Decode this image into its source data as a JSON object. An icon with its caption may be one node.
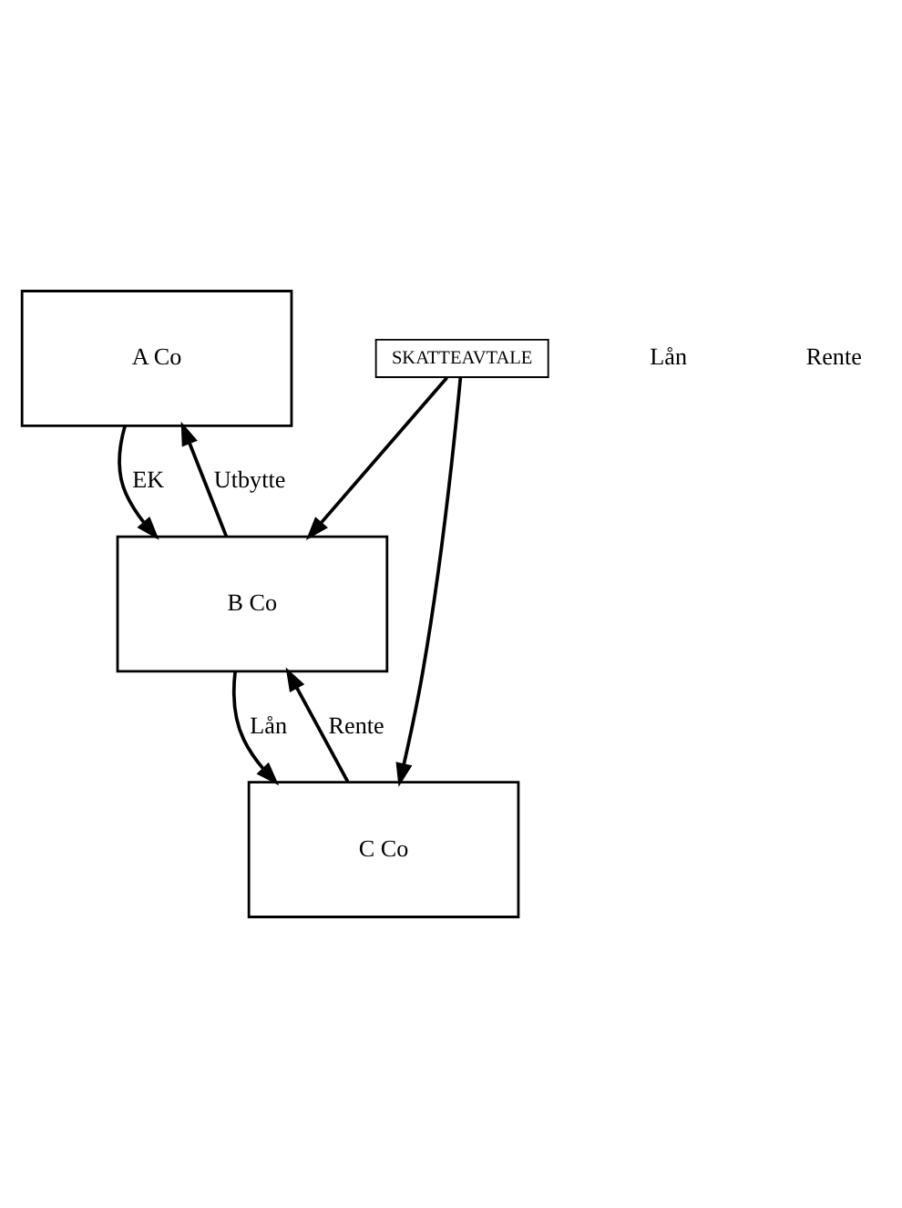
{
  "diagram": {
    "nodes": [
      {
        "text": [
          "A Co"
        ]
      },
      {
        "text": [
          "B Co"
        ]
      },
      {
        "text": [
          "C Co"
        ]
      },
      {
        "text": [
          "SKATTEAVTALE"
        ]
      }
    ],
    "edges": [
      {
        "from": 0,
        "to": 1,
        "arrow": "to",
        "label": "EK"
      },
      {
        "from": 1,
        "to": 0,
        "arrow": "to",
        "label": "Utbytte"
      },
      {
        "from": 1,
        "to": 2,
        "arrow": "to",
        "label": "Lån"
      },
      {
        "from": 2,
        "to": 1,
        "arrow": "to",
        "label": "Rente"
      },
      {
        "from": 3,
        "to": 1,
        "arrow": "to"
      },
      {
        "from": 3,
        "to": 2,
        "arrow": "to"
      }
    ],
    "labels": [
      "Lån",
      "Rente"
    ]
  }
}
